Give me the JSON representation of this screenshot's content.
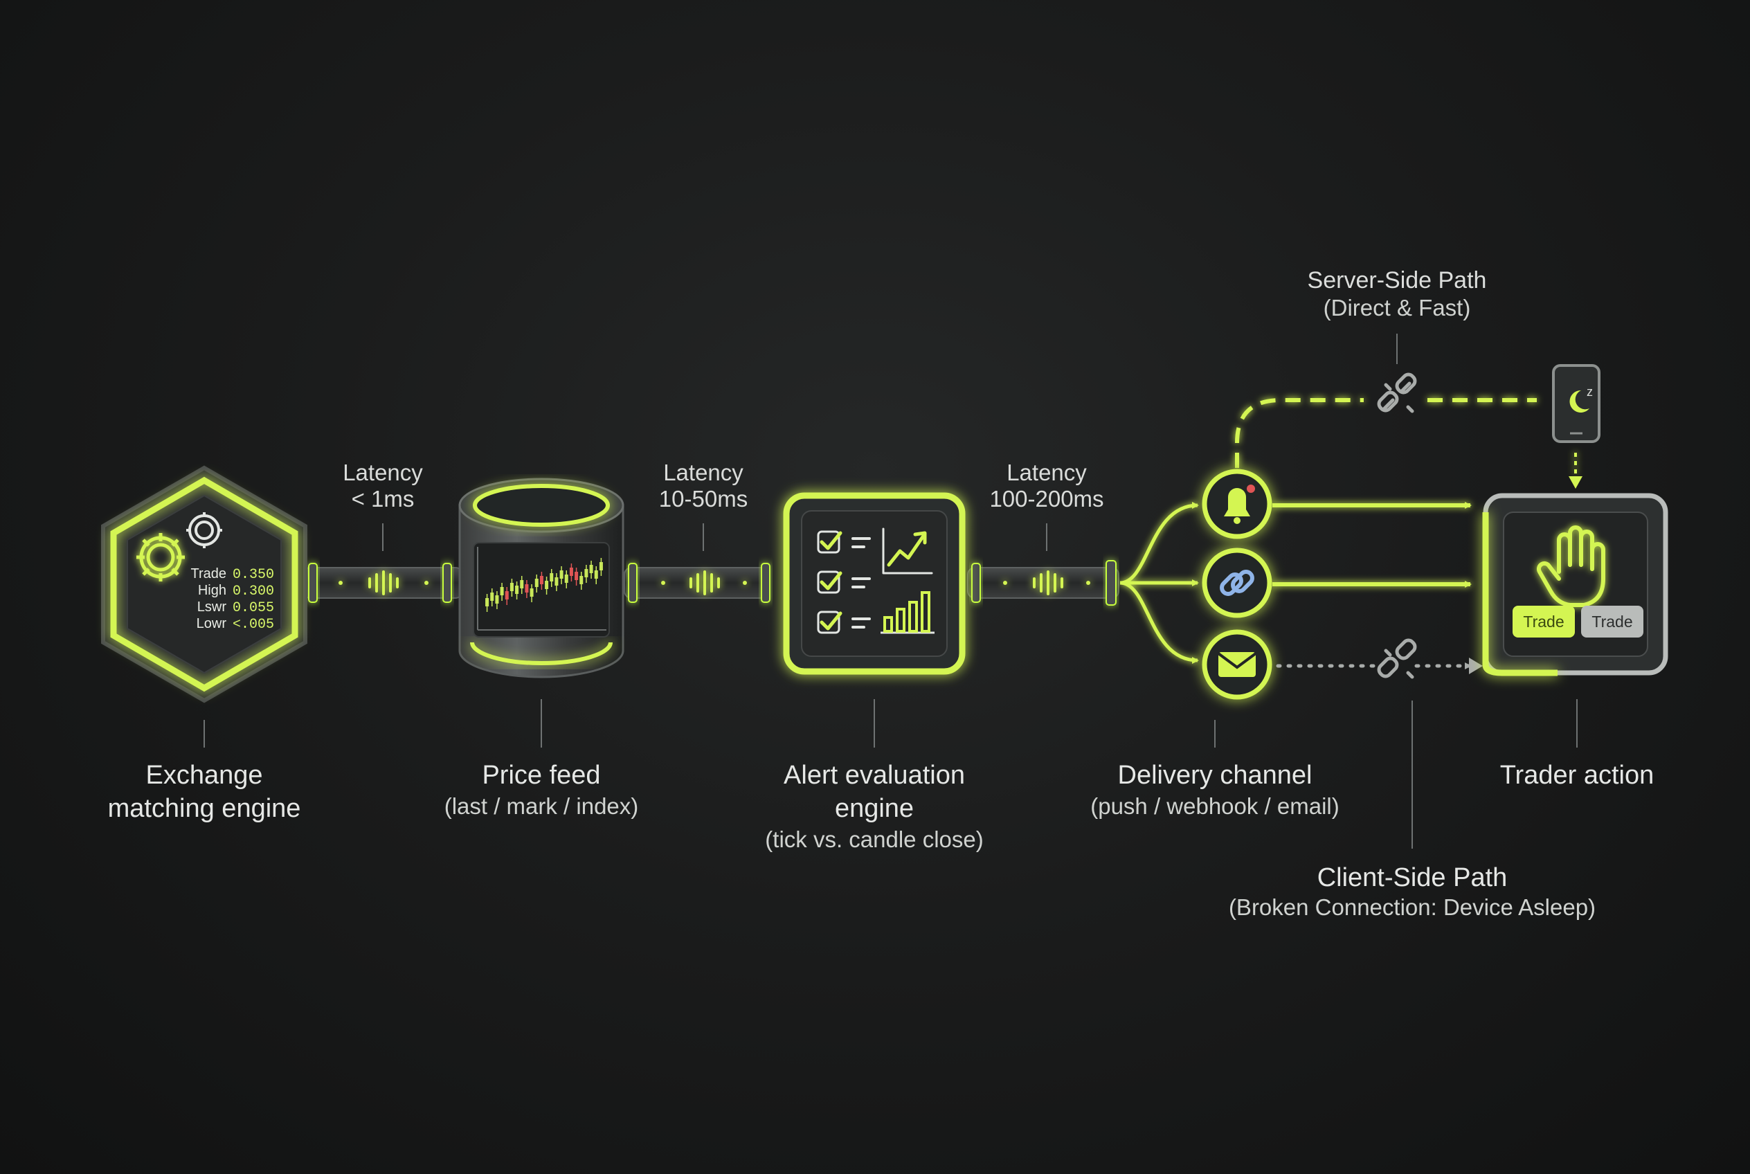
{
  "stages": [
    {
      "title_lines": [
        "Exchange",
        "matching engine"
      ],
      "subtitle": ""
    },
    {
      "title_lines": [
        "Price feed"
      ],
      "subtitle": "(last / mark / index)"
    },
    {
      "title_lines": [
        "Alert evaluation",
        "engine"
      ],
      "subtitle": "(tick vs. candle close)"
    },
    {
      "title_lines": [
        "Delivery channel"
      ],
      "subtitle": "(push / webhook / email)"
    },
    {
      "title_lines": [
        "Trader action"
      ],
      "subtitle": ""
    }
  ],
  "latencies": [
    {
      "line1": "Latency",
      "line2": "< 1ms"
    },
    {
      "line1": "Latency",
      "line2": "10-50ms"
    },
    {
      "line1": "Latency",
      "line2": "100-200ms"
    }
  ],
  "exchange_table": [
    {
      "key": "Trade",
      "value": "0.350"
    },
    {
      "key": "High",
      "value": "0.300"
    },
    {
      "key": "Lswr",
      "value": "0.055"
    },
    {
      "key": "Lowr",
      "value": "<.005"
    }
  ],
  "server_path": {
    "title": "Server-Side Path",
    "subtitle": "(Direct & Fast)"
  },
  "client_path": {
    "title": "Client-Side Path",
    "subtitle": "(Broken Connection: Device Asleep)"
  },
  "trader_buttons": [
    {
      "label": "Trade",
      "style": "accent"
    },
    {
      "label": "Trade",
      "style": "muted"
    }
  ],
  "colors": {
    "accent": "#d4f552",
    "accent_glow": "#c8ff3c",
    "background": "#1b1c1c",
    "muted_button": "#b9bcba",
    "candle_up": "#c9e85a",
    "candle_down": "#e05555",
    "link_icon": "#8fb4e8"
  },
  "icons": [
    "gear-icon",
    "candlestick-chart-icon",
    "checklist-icon",
    "trend-up-icon",
    "bar-chart-icon",
    "bell-icon",
    "link-icon",
    "mail-icon",
    "broken-link-icon",
    "phone-sleep-icon",
    "hand-icon"
  ]
}
